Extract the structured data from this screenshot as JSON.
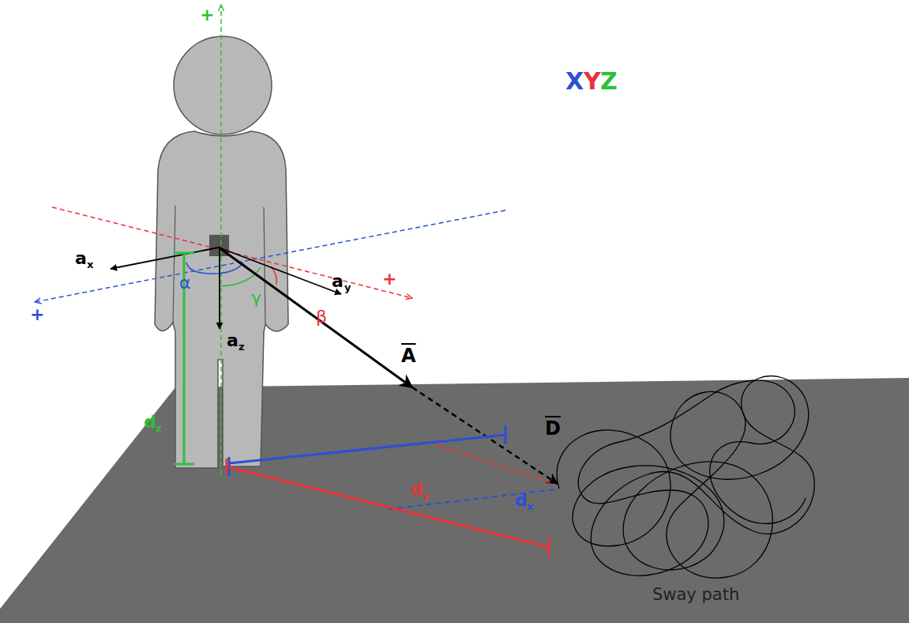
{
  "diagram": {
    "labels": [
      "X",
      "Y",
      "Z",
      "+",
      "+",
      "+",
      "a",
      "x",
      "a",
      "y",
      "a",
      "z",
      "α",
      "β",
      "γ",
      "A",
      "D",
      "d",
      "z",
      "d",
      "y",
      "d",
      "x",
      "Sway path"
    ]
  }
}
